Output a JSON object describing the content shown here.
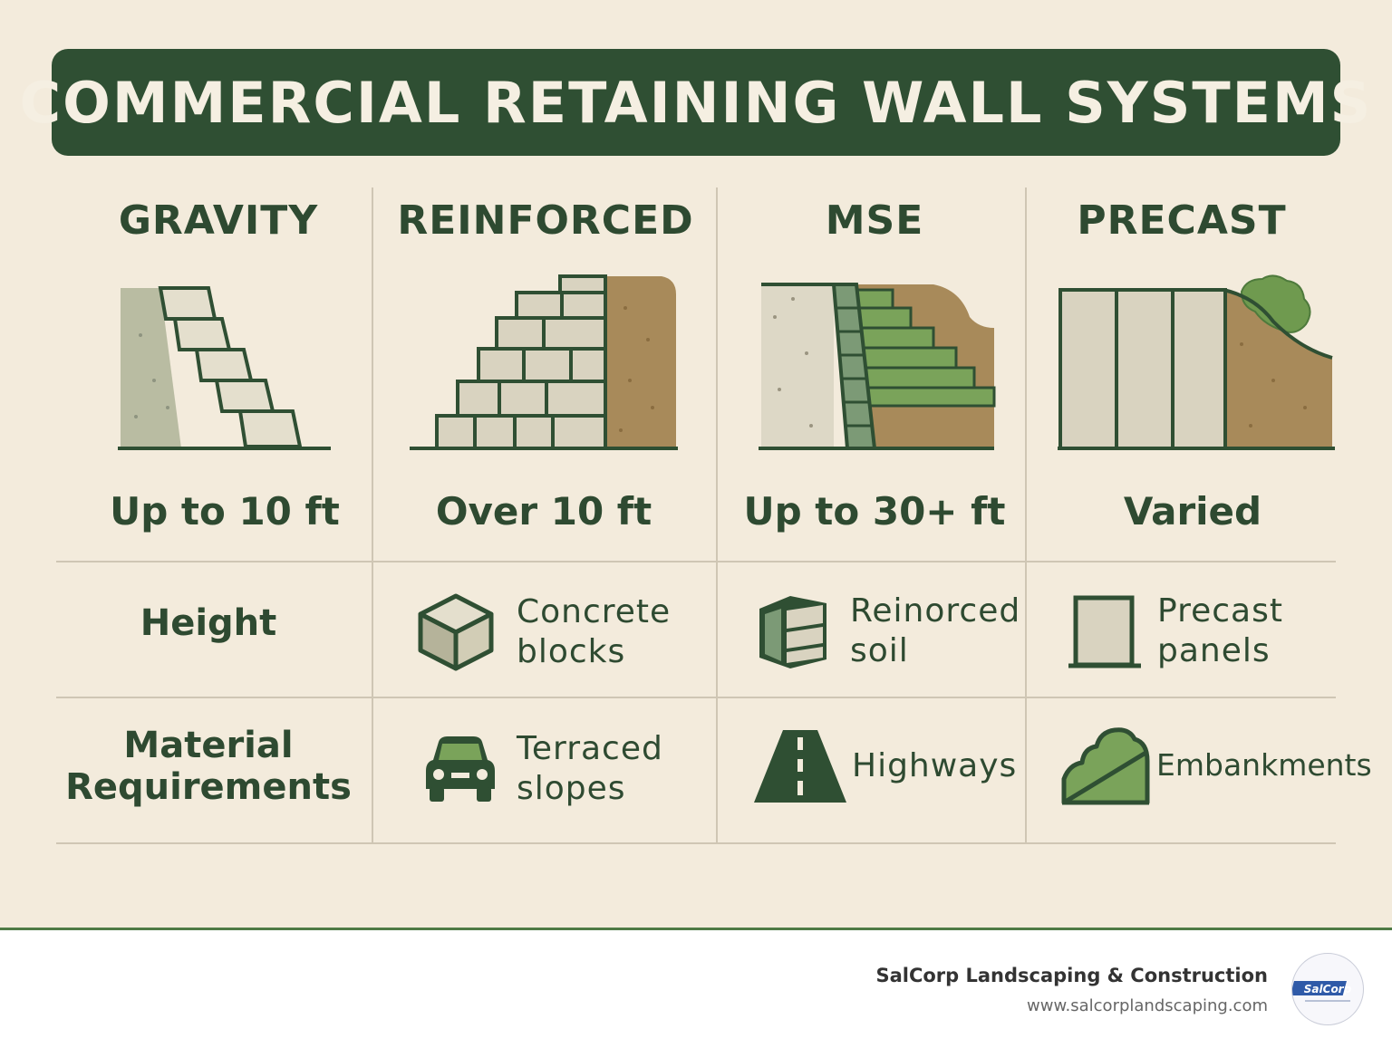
{
  "title": "COMMERCIAL RETAINING WALL SYSTEMS",
  "columns": [
    {
      "name": "GRAVITY",
      "height": "Up to 10 ft"
    },
    {
      "name": "REINFORCED",
      "height": "Over 10 ft"
    },
    {
      "name": "MSE",
      "height": "Up to 30+ ft"
    },
    {
      "name": "PRECAST",
      "height": "Varied"
    }
  ],
  "rows": {
    "height_label": "Height",
    "material_label_line1": "Material",
    "material_label_line2": "Requirements",
    "materials": [
      {
        "line1": "Concrete",
        "line2": "blocks",
        "icon": "cube-icon"
      },
      {
        "line1": "Reinorced",
        "line2": "soil",
        "icon": "layered-block-icon"
      },
      {
        "line1": "Precast",
        "line2": "panels",
        "icon": "panel-icon"
      }
    ],
    "applications": [
      {
        "line1": "Terraced",
        "line2": "slopes",
        "icon": "car-icon"
      },
      {
        "line1": "Highways",
        "line2": "",
        "icon": "road-icon"
      },
      {
        "line1": "Embankments",
        "line2": "",
        "icon": "embankment-icon"
      }
    ]
  },
  "footer": {
    "company": "SalCorp Landscaping & Construction",
    "url": "www.salcorplandscaping.com",
    "logo_text": "SalCorp"
  },
  "colors": {
    "background": "#f3ebdc",
    "dark_green": "#2f4f33",
    "light_green": "#7aa35a",
    "soil": "#a88a5a",
    "stone": "#d9d3c0"
  }
}
